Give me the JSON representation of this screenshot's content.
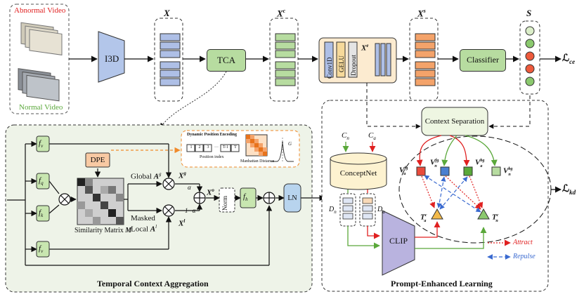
{
  "video": {
    "abnormal": "Abnormal Video",
    "normal": "Normal Video"
  },
  "modules": {
    "i3d": "I3D",
    "tca": "TCA",
    "conv1d": "Conv1D",
    "gelu": "GELU",
    "dropout": "Dropout",
    "classifier": "Classifier",
    "context_separation": "Context Separation",
    "conceptnet": "ConceptNet",
    "clip": "CLIP",
    "dpe": "DPE",
    "norm": "Norm",
    "ln": "LN"
  },
  "symbols": {
    "x": "X",
    "xc": "X",
    "xc_sup": "c",
    "xs": "X",
    "xs_sup": "s",
    "xe": "X",
    "xe_sup": "e",
    "s": "S",
    "l_ce": "ℒ",
    "l_ce_sub": "ce",
    "l_kd": "ℒ",
    "l_kd_sub": "kd",
    "fv": "f",
    "fv_sub": "v",
    "fq": "f",
    "fq_sub": "q",
    "fk": "f",
    "fk_sub": "k",
    "fh": "f",
    "fh_sub": "h",
    "cn": "C",
    "cn_sub": "n",
    "ca": "C",
    "ca_sub": "a",
    "dn": "D",
    "dn_sub": "n",
    "da": "D",
    "da_sub": "a",
    "xg": "X",
    "xg_sup": "g",
    "xl": "X",
    "xl_sup": "l",
    "xo": "X",
    "xo_sup": "o",
    "alpha": "α",
    "one_minus_alpha": "1−α",
    "g": "G",
    "va_fg": "V",
    "va_fg_sup": "fg",
    "va_fg_sub": "a",
    "vn_fg": "V",
    "vn_fg_sup": "fg",
    "vn_fg_sub": "n",
    "va_bg": "V",
    "va_bg_sup": "bg",
    "va_bg_sub": "a",
    "vn_bg": "V",
    "vn_bg_sup": "bg",
    "vn_bg_sub": "n",
    "ta_c": "T",
    "ta_c_sup": "c",
    "ta_c_sub": "a",
    "tn_c": "T",
    "tn_c_sup": "c",
    "tn_c_sub": "n"
  },
  "tca_panel": {
    "global_prefix": "Global",
    "global_a": "A",
    "global_sup": "g",
    "masked": "Masked",
    "local_prefix": "Local",
    "local_a": "A",
    "local_sup": "l",
    "similarity_prefix": "Similarity Matrix",
    "similarity_m": "M",
    "dpe_title": "Dynamic Position Encoding",
    "position_index": "Position index",
    "manhattan": "Manhattan Distance",
    "pos_cells": [
      "1",
      "2",
      "3",
      "···",
      "T-1",
      "T"
    ],
    "caption": "Temporal Context Aggregation"
  },
  "pel_panel": {
    "caption": "Prompt-Enhanced Learning"
  },
  "legend": {
    "attract": "Attract",
    "repulse": "Repulse"
  },
  "colors": {
    "blue": "#aebfe6",
    "green": "#b7dca0",
    "orange": "#f4a36a",
    "red": "#e94b3c",
    "green_box": "#c8e6b0",
    "cream": "#fdf2d0",
    "clip": "#b9b3df",
    "ln": "#b8d4ee",
    "dpe": "#f8c9a3"
  }
}
